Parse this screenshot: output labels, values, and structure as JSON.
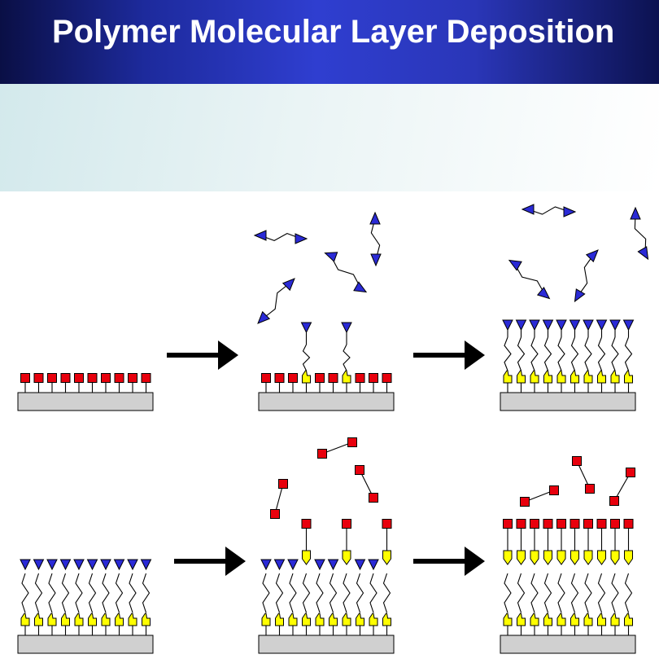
{
  "title": "Polymer Molecular Layer Deposition",
  "colors": {
    "header_dark": "#0a0f45",
    "header_mid": "#2f3ed0",
    "band_light": "#d3e9ec",
    "substrate": "#d0d0d0",
    "group_a": "#e8000d",
    "group_b": "#2a2ad6",
    "linkage": "#ffff00",
    "arrow": "#000000"
  },
  "diagram": {
    "rows": [
      {
        "stages": [
          "substrate with red-square surface groups",
          "blue-triangle precursors reacting with surface",
          "surface saturated with blue-triangle terminations"
        ]
      },
      {
        "stages": [
          "surface terminated with blue triangles",
          "red-square precursors reacting with surface",
          "surface saturated with red-square terminations"
        ]
      }
    ],
    "icons": [
      "substrate-block",
      "red-square-group",
      "blue-triangle-group",
      "yellow-linkage",
      "process-arrow"
    ]
  }
}
